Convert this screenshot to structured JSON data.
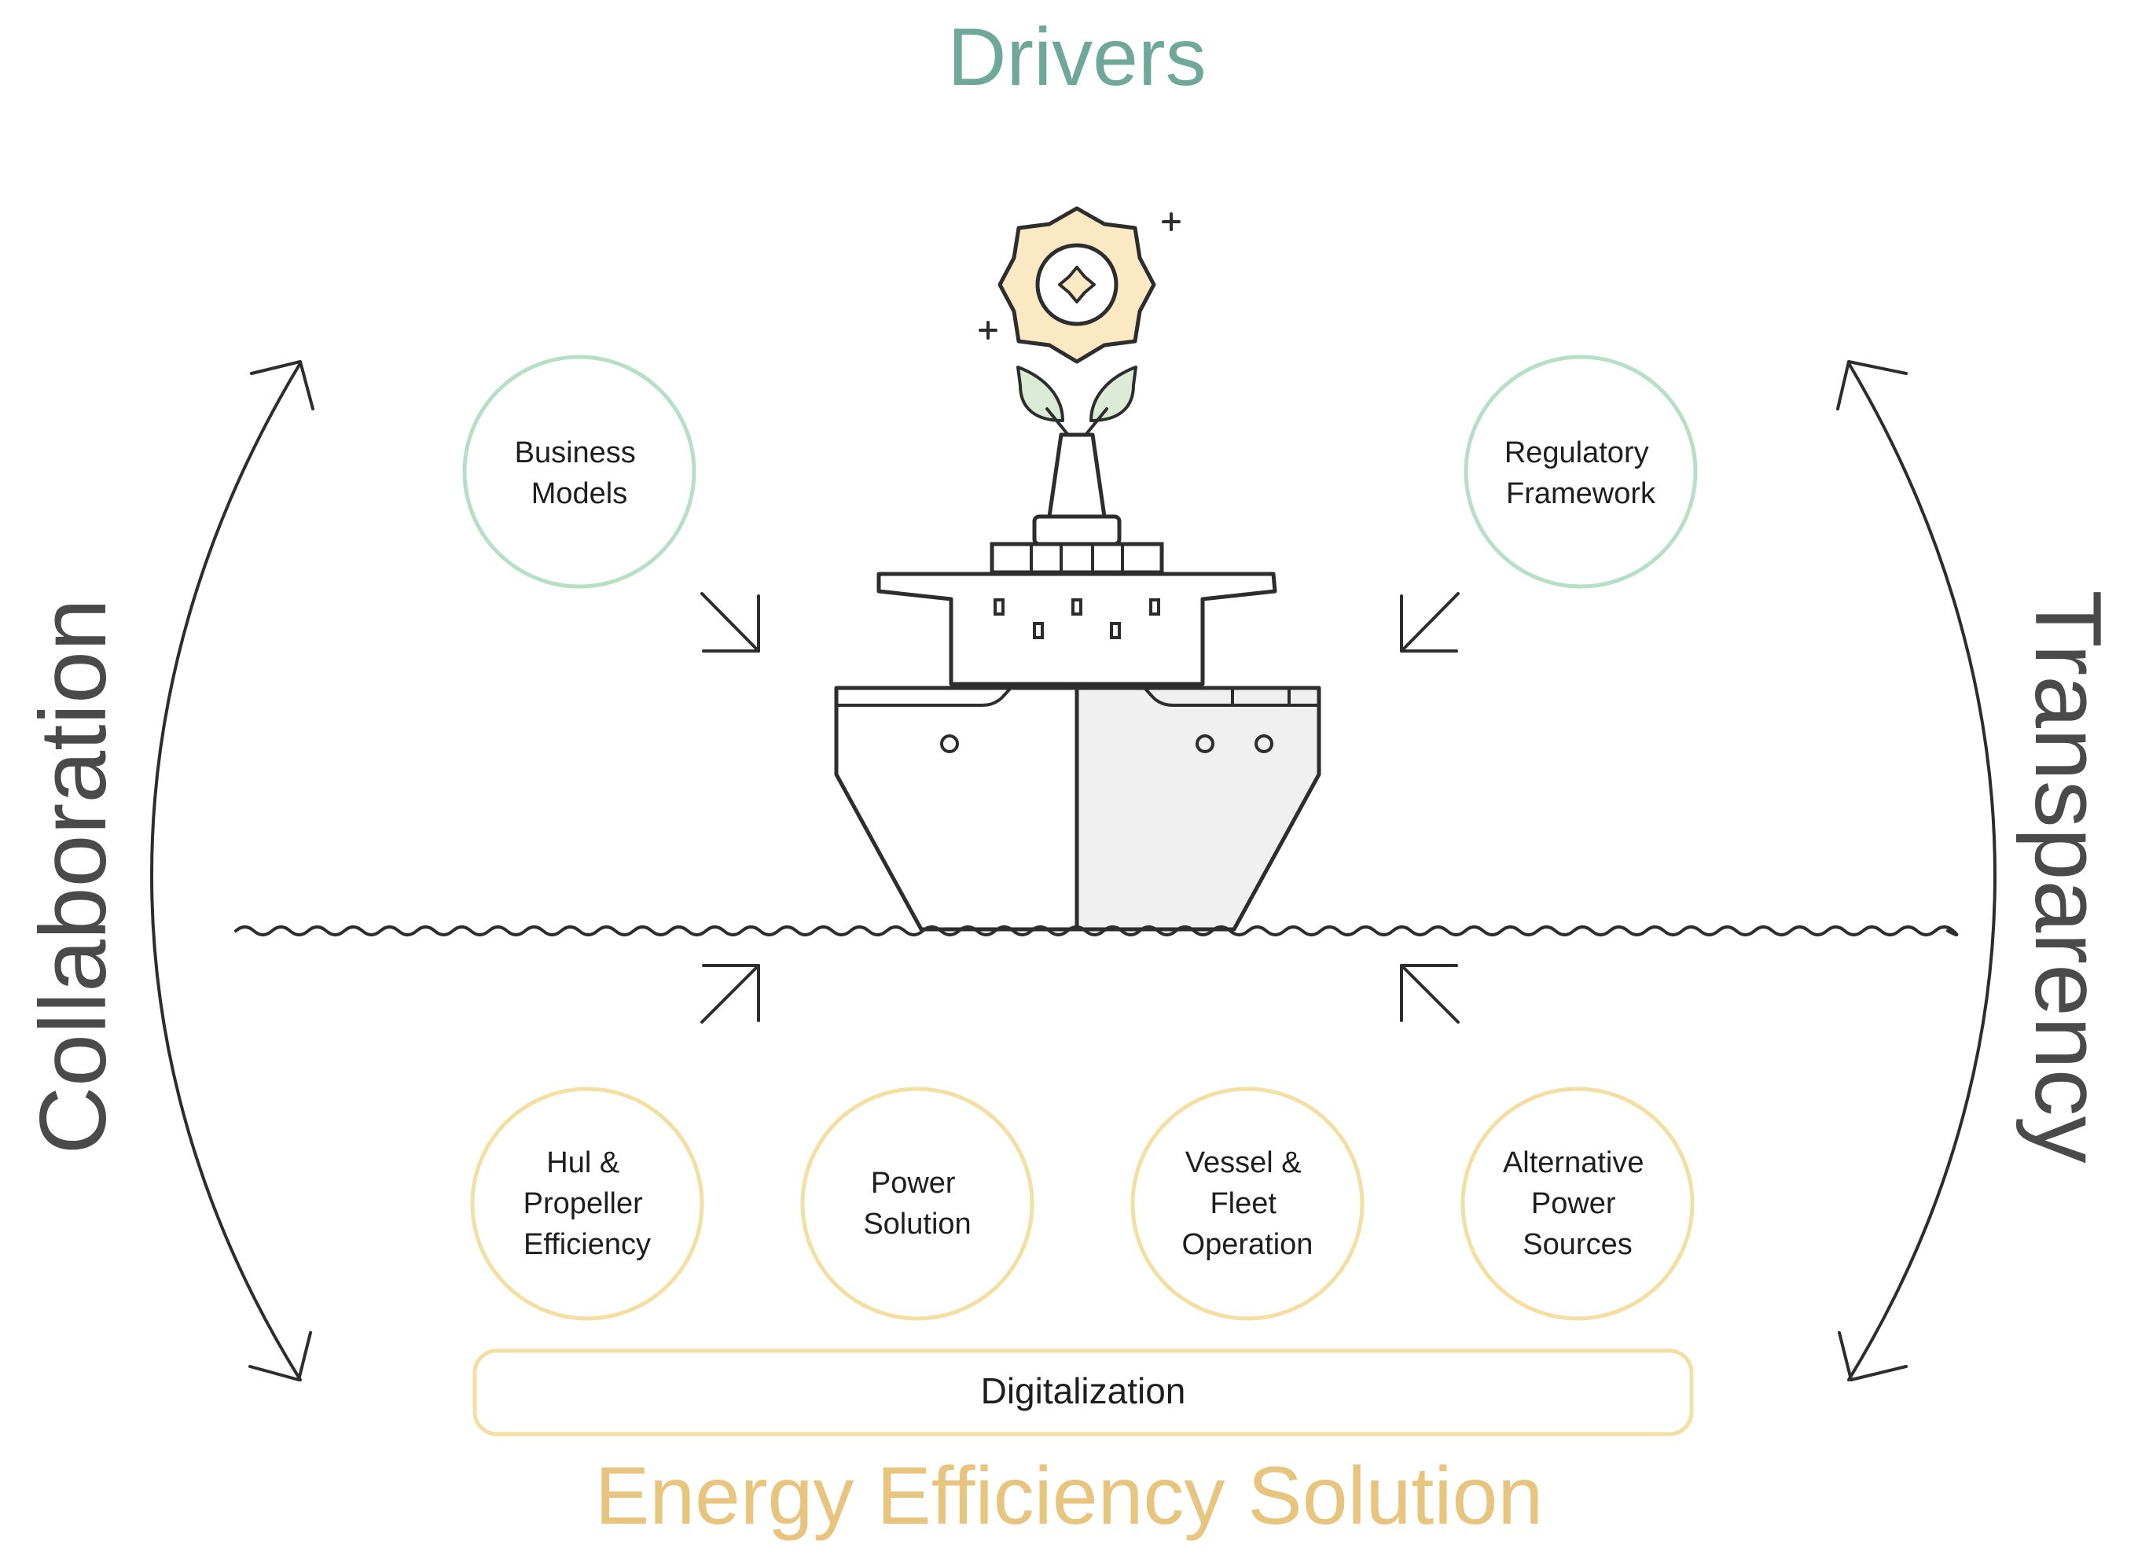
{
  "colors": {
    "drivers": "#6fa898",
    "drivers_circle": "#b7dfc6",
    "solution": "#e8c57f",
    "solution_circle": "#f3dfa2",
    "ink": "#2d2d2d",
    "flower_fill": "#fbe9c4",
    "leaf_fill": "#dcebd6",
    "hull_shade": "#f0f0f0"
  },
  "title_top": "Drivers",
  "title_bottom": "Energy Efficiency Solution",
  "side_left": "Collaboration",
  "side_right": "Transparency",
  "drivers": [
    {
      "id": "business-models",
      "lines": [
        "Business",
        "Models"
      ]
    },
    {
      "id": "regulatory-framework",
      "lines": [
        "Regulatory",
        "Framework"
      ]
    }
  ],
  "solutions": [
    {
      "id": "hull-propeller",
      "lines": [
        "Hul &",
        "Propeller",
        "Efficiency"
      ]
    },
    {
      "id": "power-solution",
      "lines": [
        "Power",
        "Solution"
      ]
    },
    {
      "id": "vessel-fleet",
      "lines": [
        "Vessel &",
        "Fleet",
        "Operation"
      ]
    },
    {
      "id": "alternative-power",
      "lines": [
        "Alternative",
        "Power",
        "Sources"
      ]
    }
  ],
  "base_bar": "Digitalization",
  "icons": [
    "ship-icon",
    "flower-icon",
    "leaf-icon",
    "sparkle-icon",
    "wave-line",
    "arrow-icon",
    "curved-double-arrow-icon"
  ]
}
